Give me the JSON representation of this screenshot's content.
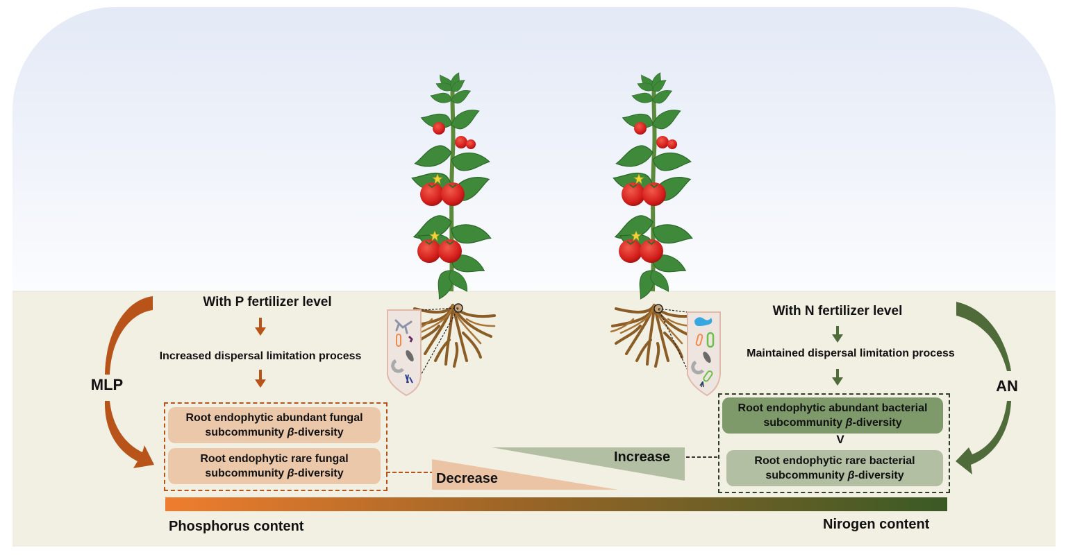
{
  "colors": {
    "sky_top": "#e4eaf6",
    "sky_bottom": "#fbfcfe",
    "soil": "#f2efe3",
    "phosphorus": "#b8541a",
    "phosphorus_light": "#e6b99a",
    "nitrogen": "#4f6b3a",
    "nitrogen_dark": "#7e9a6a",
    "nitrogen_light": "#b3bfa3",
    "gradient_start": "#ef7d2e",
    "gradient_end": "#3a5a25"
  },
  "left": {
    "cycle_label": "MLP",
    "header": "With P fertilizer level",
    "process": "Increased dispersal limitation process",
    "box_abundant": {
      "line1": "Root endophytic abundant fungal",
      "line2_pre": "subcommunity ",
      "beta": "β",
      "line2_post": "-diversity"
    },
    "box_rare": {
      "line1": "Root endophytic rare fungal",
      "line2_pre": "subcommunity ",
      "beta": "β",
      "line2_post": "-diversity"
    },
    "trend": "Decrease",
    "axis_label": "Phosphorus content"
  },
  "right": {
    "cycle_label": "AN",
    "header": "With N fertilizer level",
    "process": "Maintained dispersal limitation process",
    "box_abundant": {
      "line1": "Root endophytic abundant bacterial",
      "line2_pre": "subcommunity ",
      "beta": "β",
      "line2_post": "-diversity"
    },
    "comparison": "V",
    "box_rare": {
      "line1": "Root endophytic rare bacterial",
      "line2_pre": "subcommunity ",
      "beta": "β",
      "line2_post": "-diversity"
    },
    "trend": "Increase",
    "axis_label": "Nirogen content"
  }
}
